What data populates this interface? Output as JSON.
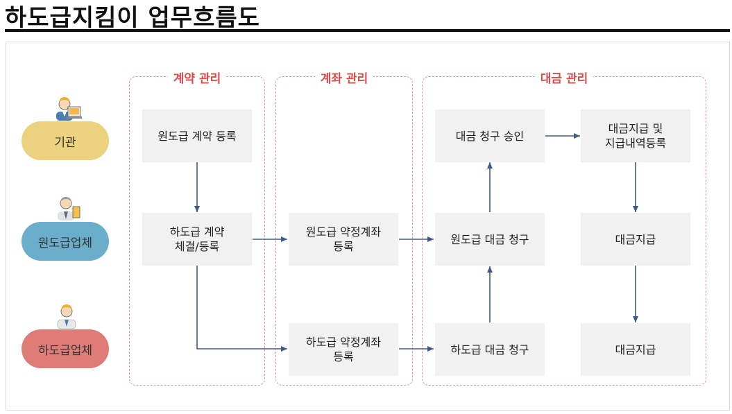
{
  "title": "하도급지킴이 업무흐름도",
  "roles": {
    "agency": {
      "label": "기관",
      "color": "#ecd27e"
    },
    "prime": {
      "label": "원도급업체",
      "color": "#6aaecb"
    },
    "sub": {
      "label": "하도급업체",
      "color": "#df7c78"
    }
  },
  "sections": {
    "contract": "계약 관리",
    "account": "계좌 관리",
    "payment": "대금 관리"
  },
  "boxes": {
    "prime_contract_reg": "원도급 계약 등록",
    "sub_contract_reg": "하도급 계약\n체결/등록",
    "prime_account_reg": "원도급 약정계좌\n등록",
    "sub_account_reg": "하도급 약정계좌\n등록",
    "payment_approval": "대금 청구 승인",
    "payment_record": "대금지급 및\n지급내역등록",
    "prime_payment_request": "원도급 대금 청구",
    "sub_payment_request": "하도급 대금 청구",
    "prime_payment": "대금지급",
    "sub_payment": "대금지급"
  },
  "colors": {
    "arrow": "#3e5a86",
    "section_border": "#e29a98",
    "section_title": "#d94c48",
    "box_fill": "#f1f1f1"
  }
}
